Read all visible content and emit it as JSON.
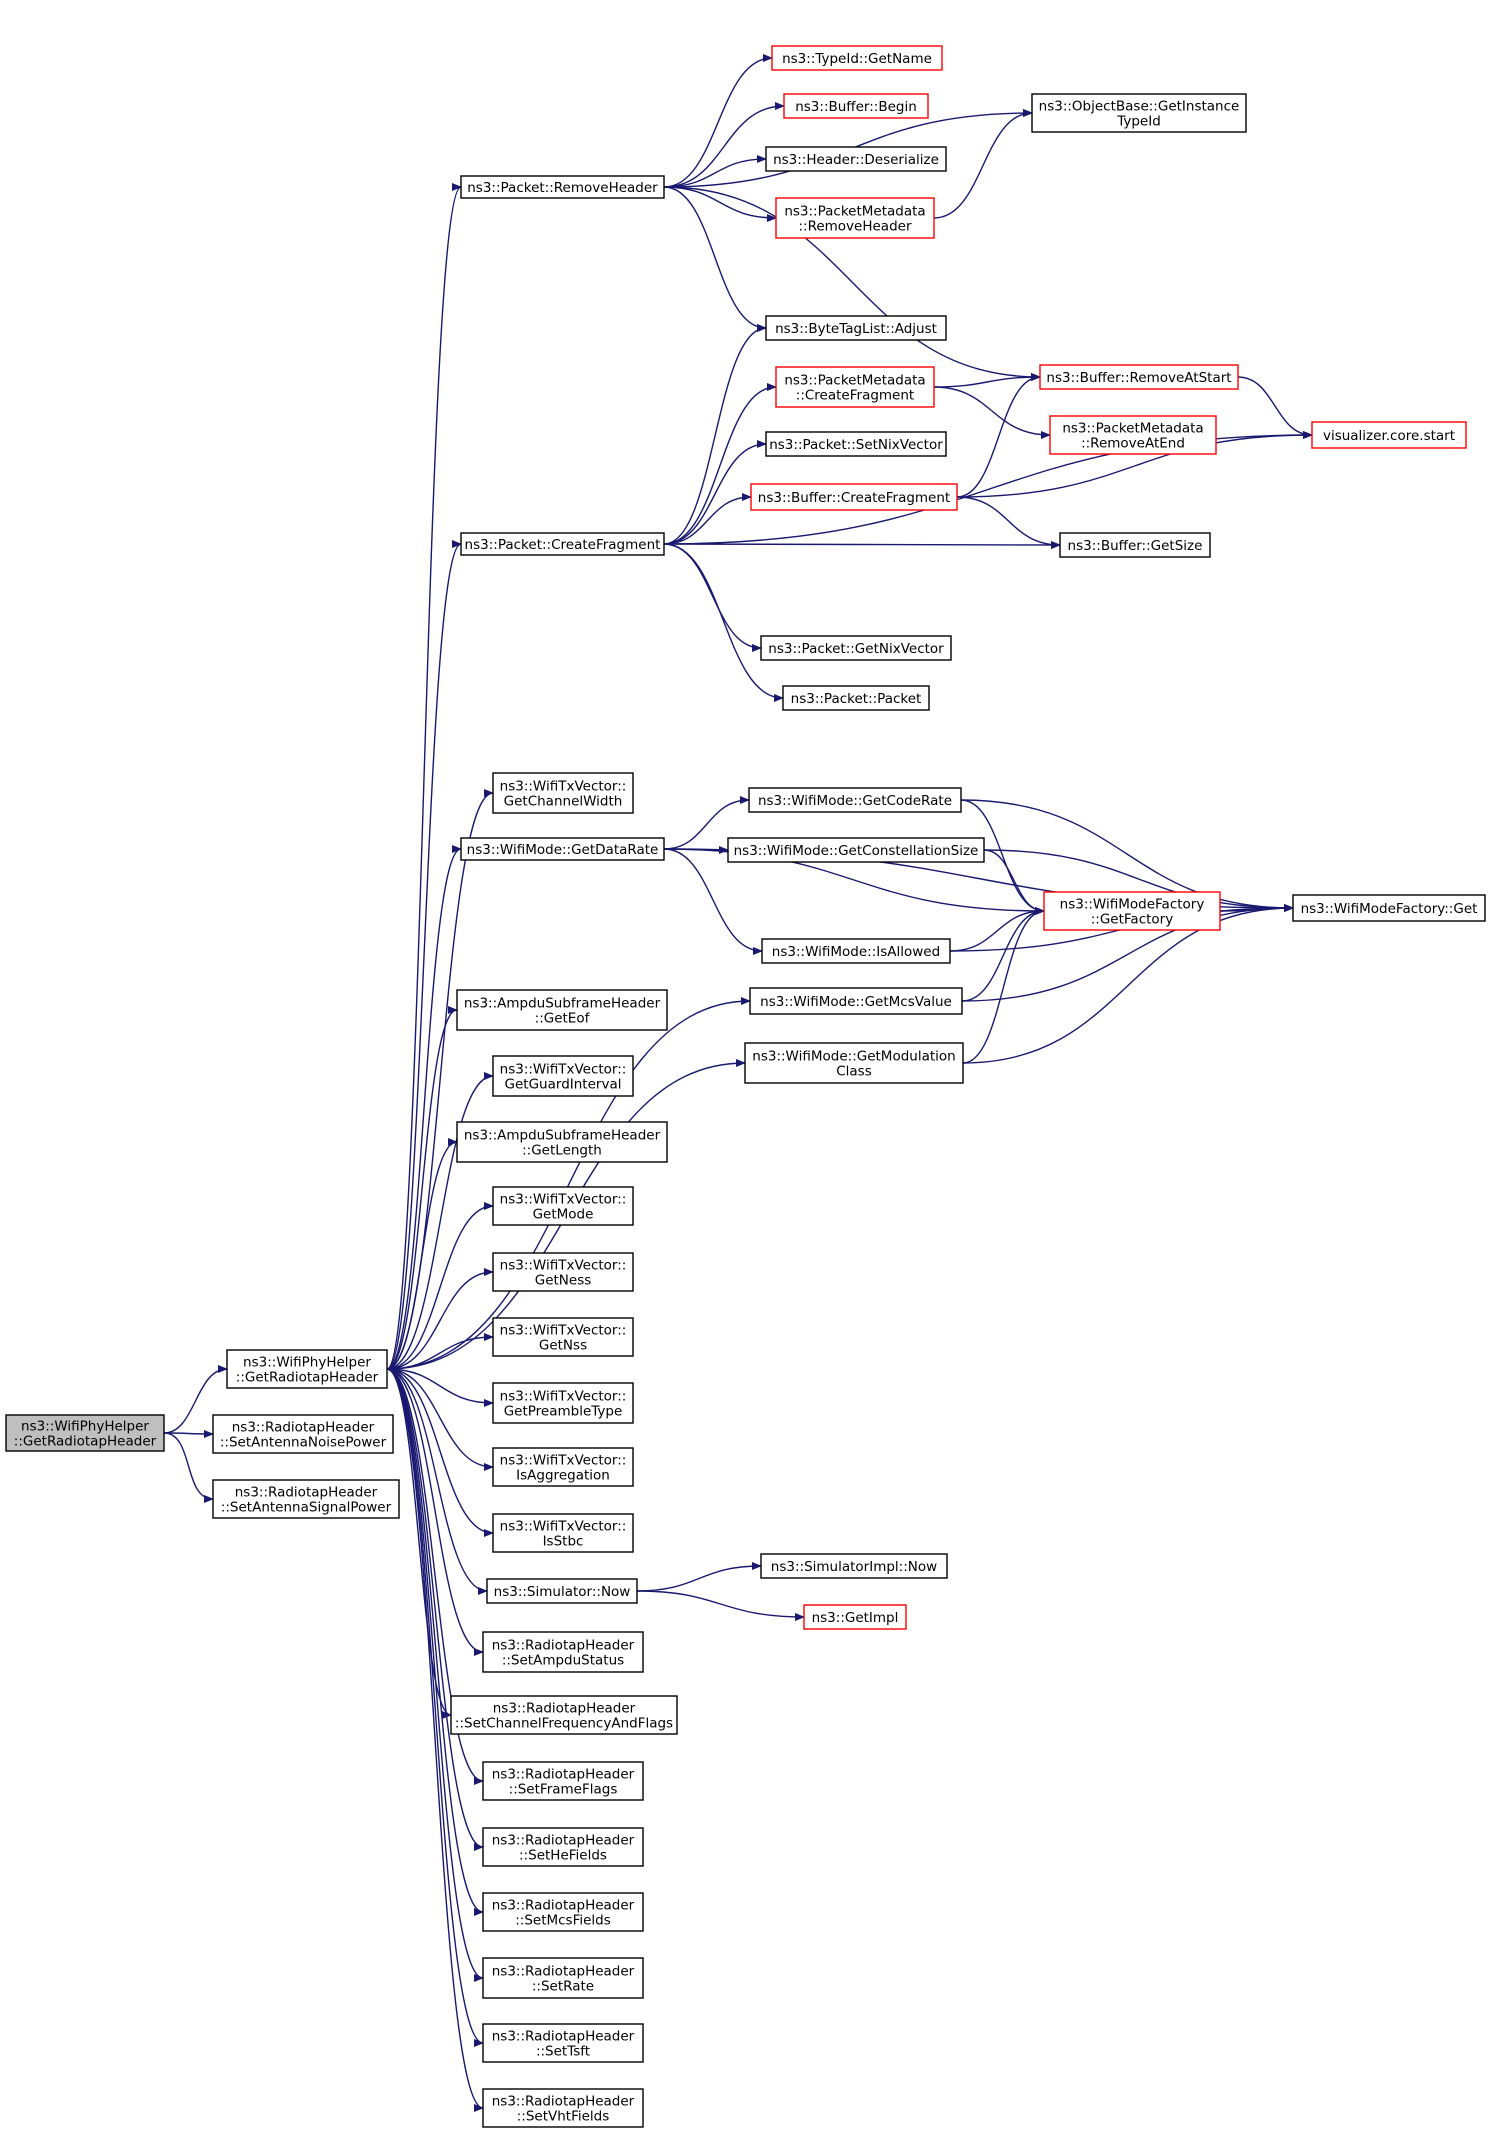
{
  "colors": {
    "edge": "#191970",
    "node_border": "#000000",
    "truncated_border": "#ff0000",
    "root_fill": "#bfbfbf",
    "node_fill": "#ffffff"
  },
  "nodes": {
    "root": {
      "lines": [
        "ns3::WifiPhyHelper",
        "::GetRadiotapHeader"
      ],
      "style": "root"
    },
    "getRadiotap": {
      "lines": [
        "ns3::WifiPhyHelper",
        "::GetRadiotapHeader"
      ],
      "style": "normal"
    },
    "setAntNoise": {
      "lines": [
        "ns3::RadiotapHeader",
        "::SetAntennaNoisePower"
      ],
      "style": "normal"
    },
    "setAntSignal": {
      "lines": [
        "ns3::RadiotapHeader",
        "::SetAntennaSignalPower"
      ],
      "style": "normal"
    },
    "removeHeader": {
      "lines": [
        "ns3::Packet::RemoveHeader"
      ],
      "style": "normal"
    },
    "typeIdGetName": {
      "lines": [
        "ns3::TypeId::GetName"
      ],
      "style": "truncated"
    },
    "bufferBegin": {
      "lines": [
        "ns3::Buffer::Begin"
      ],
      "style": "truncated"
    },
    "headerDeser": {
      "lines": [
        "ns3::Header::Deserialize"
      ],
      "style": "normal"
    },
    "pmRemoveHeader": {
      "lines": [
        "ns3::PacketMetadata",
        "::RemoveHeader"
      ],
      "style": "truncated"
    },
    "objGetInstance": {
      "lines": [
        "ns3::ObjectBase::GetInstance",
        "TypeId"
      ],
      "style": "normal"
    },
    "byteTagAdjust": {
      "lines": [
        "ns3::ByteTagList::Adjust"
      ],
      "style": "normal"
    },
    "pmCreateFrag": {
      "lines": [
        "ns3::PacketMetadata",
        "::CreateFragment"
      ],
      "style": "truncated"
    },
    "bufRemoveAtStart": {
      "lines": [
        "ns3::Buffer::RemoveAtStart"
      ],
      "style": "truncated"
    },
    "pmRemoveAtEnd": {
      "lines": [
        "ns3::PacketMetadata",
        "::RemoveAtEnd"
      ],
      "style": "truncated"
    },
    "vizStart": {
      "lines": [
        "visualizer.core.start"
      ],
      "style": "truncated"
    },
    "setNixVector": {
      "lines": [
        "ns3::Packet::SetNixVector"
      ],
      "style": "normal"
    },
    "bufCreateFrag": {
      "lines": [
        "ns3::Buffer::CreateFragment"
      ],
      "style": "truncated"
    },
    "pktCreateFrag": {
      "lines": [
        "ns3::Packet::CreateFragment"
      ],
      "style": "normal"
    },
    "bufGetSize": {
      "lines": [
        "ns3::Buffer::GetSize"
      ],
      "style": "normal"
    },
    "getNixVector": {
      "lines": [
        "ns3::Packet::GetNixVector"
      ],
      "style": "normal"
    },
    "pktPacket": {
      "lines": [
        "ns3::Packet::Packet"
      ],
      "style": "normal"
    },
    "txGetChanWidth": {
      "lines": [
        "ns3::WifiTxVector::",
        "GetChannelWidth"
      ],
      "style": "normal"
    },
    "modeGetDataRate": {
      "lines": [
        "ns3::WifiMode::GetDataRate"
      ],
      "style": "normal"
    },
    "modeGetCodeRate": {
      "lines": [
        "ns3::WifiMode::GetCodeRate"
      ],
      "style": "normal"
    },
    "modeGetConst": {
      "lines": [
        "ns3::WifiMode::GetConstellationSize"
      ],
      "style": "normal"
    },
    "factGetFactory": {
      "lines": [
        "ns3::WifiModeFactory",
        "::GetFactory"
      ],
      "style": "truncated"
    },
    "factGet": {
      "lines": [
        "ns3::WifiModeFactory::Get"
      ],
      "style": "normal"
    },
    "modeIsAllowed": {
      "lines": [
        "ns3::WifiMode::IsAllowed"
      ],
      "style": "normal"
    },
    "modeGetMcs": {
      "lines": [
        "ns3::WifiMode::GetMcsValue"
      ],
      "style": "normal"
    },
    "modeGetModClass": {
      "lines": [
        "ns3::WifiMode::GetModulation",
        "Class"
      ],
      "style": "normal"
    },
    "ampduGetEof": {
      "lines": [
        "ns3::AmpduSubframeHeader",
        "::GetEof"
      ],
      "style": "normal"
    },
    "txGetGuard": {
      "lines": [
        "ns3::WifiTxVector::",
        "GetGuardInterval"
      ],
      "style": "normal"
    },
    "ampduGetLen": {
      "lines": [
        "ns3::AmpduSubframeHeader",
        "::GetLength"
      ],
      "style": "normal"
    },
    "txGetMode": {
      "lines": [
        "ns3::WifiTxVector::",
        "GetMode"
      ],
      "style": "normal"
    },
    "txGetNess": {
      "lines": [
        "ns3::WifiTxVector::",
        "GetNess"
      ],
      "style": "normal"
    },
    "txGetNss": {
      "lines": [
        "ns3::WifiTxVector::",
        "GetNss"
      ],
      "style": "normal"
    },
    "txGetPreamble": {
      "lines": [
        "ns3::WifiTxVector::",
        "GetPreambleType"
      ],
      "style": "normal"
    },
    "txIsAggr": {
      "lines": [
        "ns3::WifiTxVector::",
        "IsAggregation"
      ],
      "style": "normal"
    },
    "txIsStbc": {
      "lines": [
        "ns3::WifiTxVector::",
        "IsStbc"
      ],
      "style": "normal"
    },
    "simNow": {
      "lines": [
        "ns3::Simulator::Now"
      ],
      "style": "normal"
    },
    "simImplNow": {
      "lines": [
        "ns3::SimulatorImpl::Now"
      ],
      "style": "normal"
    },
    "getImpl": {
      "lines": [
        "ns3::GetImpl"
      ],
      "style": "truncated"
    },
    "rhSetAmpdu": {
      "lines": [
        "ns3::RadiotapHeader",
        "::SetAmpduStatus"
      ],
      "style": "normal"
    },
    "rhSetChanFreq": {
      "lines": [
        "ns3::RadiotapHeader",
        "::SetChannelFrequencyAndFlags"
      ],
      "style": "normal"
    },
    "rhSetFrameFlags": {
      "lines": [
        "ns3::RadiotapHeader",
        "::SetFrameFlags"
      ],
      "style": "normal"
    },
    "rhSetHe": {
      "lines": [
        "ns3::RadiotapHeader",
        "::SetHeFields"
      ],
      "style": "normal"
    },
    "rhSetMcs": {
      "lines": [
        "ns3::RadiotapHeader",
        "::SetMcsFields"
      ],
      "style": "normal"
    },
    "rhSetRate": {
      "lines": [
        "ns3::RadiotapHeader",
        "::SetRate"
      ],
      "style": "normal"
    },
    "rhSetTsft": {
      "lines": [
        "ns3::RadiotapHeader",
        "::SetTsft"
      ],
      "style": "normal"
    },
    "rhSetVht": {
      "lines": [
        "ns3::RadiotapHeader",
        "::SetVhtFields"
      ],
      "style": "normal"
    }
  },
  "edges": [
    [
      "root",
      "getRadiotap"
    ],
    [
      "root",
      "setAntNoise"
    ],
    [
      "root",
      "setAntSignal"
    ],
    [
      "getRadiotap",
      "removeHeader"
    ],
    [
      "getRadiotap",
      "pktCreateFrag"
    ],
    [
      "getRadiotap",
      "txGetChanWidth"
    ],
    [
      "getRadiotap",
      "modeGetDataRate"
    ],
    [
      "getRadiotap",
      "modeGetMcs"
    ],
    [
      "getRadiotap",
      "modeGetModClass"
    ],
    [
      "getRadiotap",
      "ampduGetEof"
    ],
    [
      "getRadiotap",
      "txGetGuard"
    ],
    [
      "getRadiotap",
      "ampduGetLen"
    ],
    [
      "getRadiotap",
      "txGetMode"
    ],
    [
      "getRadiotap",
      "txGetNess"
    ],
    [
      "getRadiotap",
      "txGetNss"
    ],
    [
      "getRadiotap",
      "txGetPreamble"
    ],
    [
      "getRadiotap",
      "txIsAggr"
    ],
    [
      "getRadiotap",
      "txIsStbc"
    ],
    [
      "getRadiotap",
      "simNow"
    ],
    [
      "getRadiotap",
      "rhSetAmpdu"
    ],
    [
      "getRadiotap",
      "rhSetChanFreq"
    ],
    [
      "getRadiotap",
      "rhSetFrameFlags"
    ],
    [
      "getRadiotap",
      "rhSetHe"
    ],
    [
      "getRadiotap",
      "rhSetMcs"
    ],
    [
      "getRadiotap",
      "rhSetRate"
    ],
    [
      "getRadiotap",
      "rhSetTsft"
    ],
    [
      "getRadiotap",
      "rhSetVht"
    ],
    [
      "removeHeader",
      "typeIdGetName"
    ],
    [
      "removeHeader",
      "bufferBegin"
    ],
    [
      "removeHeader",
      "headerDeser"
    ],
    [
      "removeHeader",
      "pmRemoveHeader"
    ],
    [
      "removeHeader",
      "objGetInstance"
    ],
    [
      "removeHeader",
      "byteTagAdjust"
    ],
    [
      "removeHeader",
      "bufRemoveAtStart"
    ],
    [
      "pmRemoveHeader",
      "objGetInstance"
    ],
    [
      "pktCreateFrag",
      "byteTagAdjust"
    ],
    [
      "pktCreateFrag",
      "pmCreateFrag"
    ],
    [
      "pktCreateFrag",
      "setNixVector"
    ],
    [
      "pktCreateFrag",
      "bufCreateFrag"
    ],
    [
      "pktCreateFrag",
      "bufGetSize"
    ],
    [
      "pktCreateFrag",
      "vizStart"
    ],
    [
      "pktCreateFrag",
      "getNixVector"
    ],
    [
      "pktCreateFrag",
      "pktPacket"
    ],
    [
      "pmCreateFrag",
      "bufRemoveAtStart"
    ],
    [
      "pmCreateFrag",
      "pmRemoveAtEnd"
    ],
    [
      "bufCreateFrag",
      "bufRemoveAtStart"
    ],
    [
      "bufCreateFrag",
      "vizStart"
    ],
    [
      "bufCreateFrag",
      "bufGetSize"
    ],
    [
      "bufRemoveAtStart",
      "vizStart"
    ],
    [
      "modeGetDataRate",
      "modeGetCodeRate"
    ],
    [
      "modeGetDataRate",
      "modeGetConst"
    ],
    [
      "modeGetDataRate",
      "factGetFactory"
    ],
    [
      "modeGetDataRate",
      "factGet"
    ],
    [
      "modeGetDataRate",
      "modeIsAllowed"
    ],
    [
      "modeGetCodeRate",
      "factGetFactory"
    ],
    [
      "modeGetCodeRate",
      "factGet"
    ],
    [
      "modeGetConst",
      "factGetFactory"
    ],
    [
      "modeGetConst",
      "factGet"
    ],
    [
      "factGetFactory",
      "factGet"
    ],
    [
      "modeIsAllowed",
      "factGetFactory"
    ],
    [
      "modeIsAllowed",
      "factGet"
    ],
    [
      "modeGetMcs",
      "factGetFactory"
    ],
    [
      "modeGetMcs",
      "factGet"
    ],
    [
      "modeGetModClass",
      "factGetFactory"
    ],
    [
      "modeGetModClass",
      "factGet"
    ],
    [
      "simNow",
      "simImplNow"
    ],
    [
      "simNow",
      "getImpl"
    ]
  ]
}
